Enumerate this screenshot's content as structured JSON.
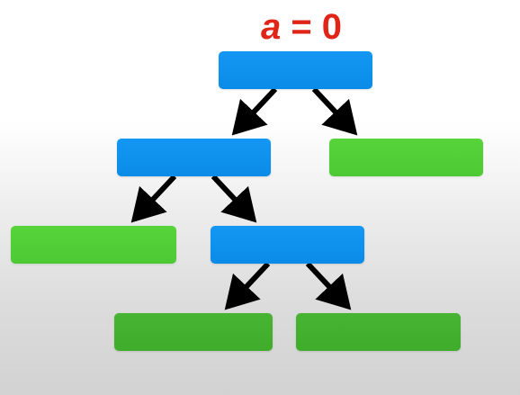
{
  "title": {
    "variable": "a",
    "operator": " = ",
    "value": "0"
  },
  "colors": {
    "title": "#e02418",
    "internal_node": "#0a8be8",
    "leaf_node_light": "#52cf37",
    "leaf_node_dark": "#42b02f",
    "edge": "#000000"
  },
  "tree": {
    "nodes": [
      {
        "id": "root",
        "kind": "decision"
      },
      {
        "id": "l1",
        "kind": "decision"
      },
      {
        "id": "r1",
        "kind": "leaf"
      },
      {
        "id": "ll",
        "kind": "leaf"
      },
      {
        "id": "lr",
        "kind": "decision"
      },
      {
        "id": "lrl",
        "kind": "leaf"
      },
      {
        "id": "lrr",
        "kind": "leaf"
      }
    ],
    "edges": [
      {
        "from": "root",
        "to": "l1"
      },
      {
        "from": "root",
        "to": "r1"
      },
      {
        "from": "l1",
        "to": "ll"
      },
      {
        "from": "l1",
        "to": "lr"
      },
      {
        "from": "lr",
        "to": "lrl"
      },
      {
        "from": "lr",
        "to": "lrr"
      }
    ]
  }
}
